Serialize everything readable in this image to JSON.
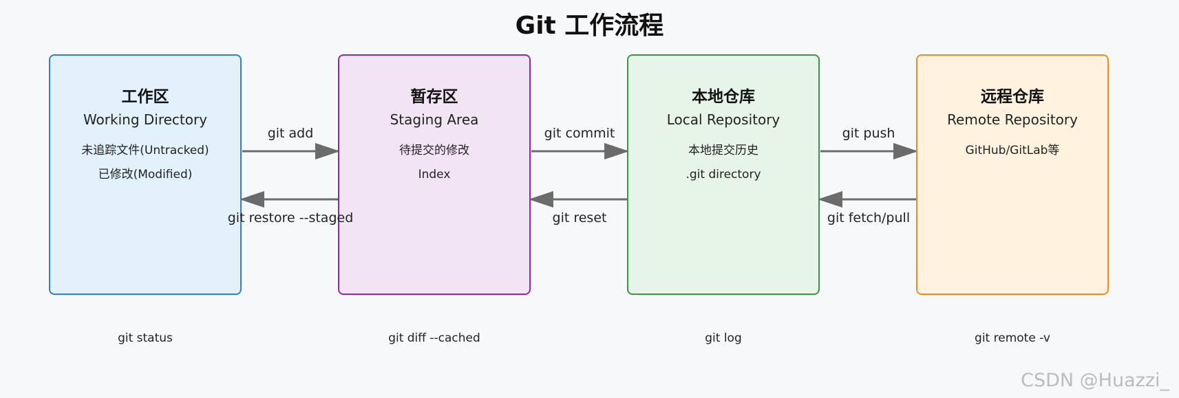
{
  "title": "Git 工作流程",
  "stages": [
    {
      "zh": "工作区",
      "en": "Working Directory",
      "desc": [
        "未追踪文件(Untracked)",
        "已修改(Modified)"
      ],
      "command": "git status",
      "fill": "#e3f1fd",
      "stroke": "#2e7fd6"
    },
    {
      "zh": "暂存区",
      "en": "Staging Area",
      "desc": [
        "待提交的修改",
        "Index"
      ],
      "command": "git diff --cached",
      "fill": "#f3e4f5",
      "stroke": "#8e2aa3"
    },
    {
      "zh": "本地仓库",
      "en": "Local Repository",
      "desc": [
        "本地提交历史",
        ".git directory"
      ],
      "command": "git log",
      "fill": "#e7f5e8",
      "stroke": "#3f9342"
    },
    {
      "zh": "远程仓库",
      "en": "Remote Repository",
      "desc": [
        "GitHub/GitLab等"
      ],
      "command": "git remote -v",
      "fill": "#fff3e0",
      "stroke": "#f08c1a"
    }
  ],
  "arrows": {
    "forward": [
      "git add",
      "git commit",
      "git push"
    ],
    "backward": [
      "git restore --staged",
      "git reset",
      "git fetch/pull"
    ]
  },
  "watermark": "CSDN @Huazzi_"
}
